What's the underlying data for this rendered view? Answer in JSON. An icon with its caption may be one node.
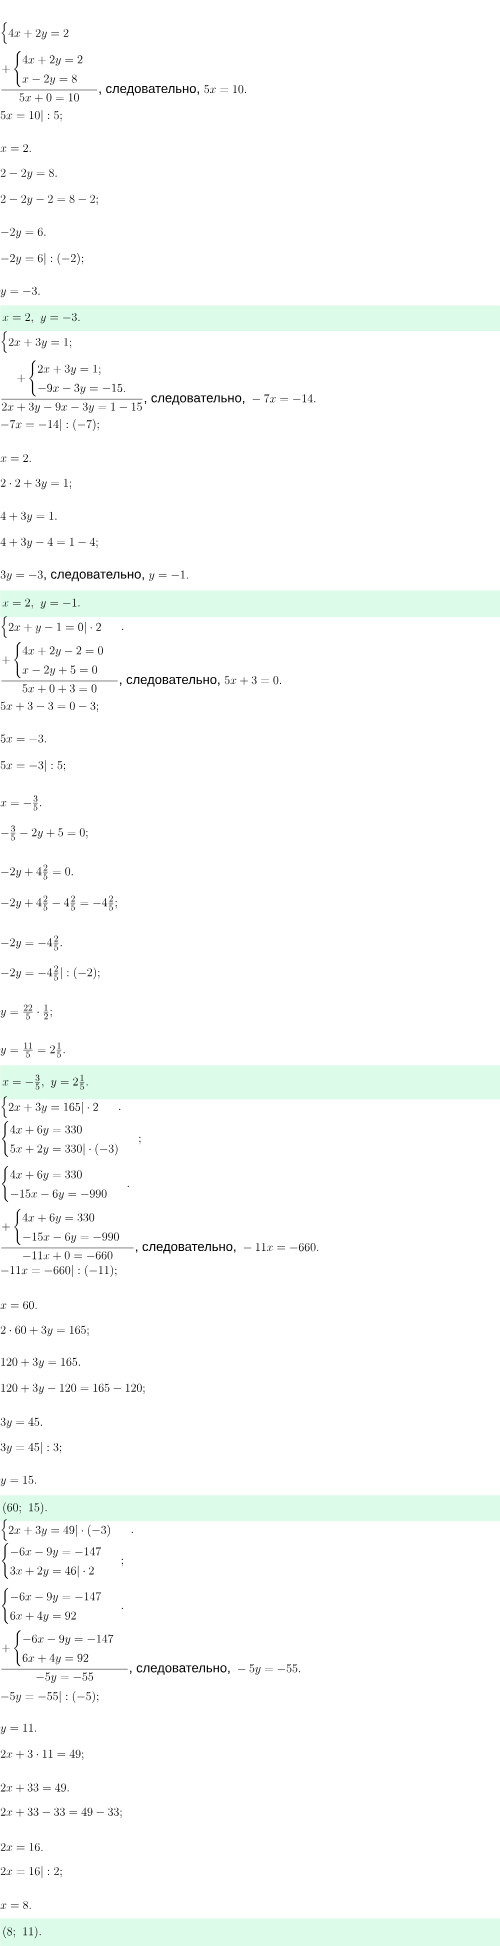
{
  "diagram": {
    "nodes": [
      {
        "text": [
          "x=2,\\ y=-3."
        ]
      },
      {
        "text": [
          "x=2,\\ y=-1."
        ]
      },
      {
        "text": [
          "x=-\\frac{3}{5},\\ y=2\\frac{1}{5}."
        ]
      },
      {
        "text": [
          "(60;\\ 15)."
        ]
      },
      {
        "text": [
          "(8;\\ 11)."
        ]
      }
    ],
    "labels": [
      "\\begin{cases}4x+2y=2\\end{cases}",
      "\\dfrac{+\\begin{cases}4x+2y=2\\\\ x-2y=8\\end{cases}}{5x+0=10}\\mbox{, следовательно, }5x=10.",
      "5x=10|:5;",
      "x=2.",
      "2-2y=8.",
      "2-2y-2=8-2;",
      "-2y=6.",
      "-2y=6|:(-2);",
      "y=-3.",
      "\\begin{cases}2x+3y=1;\\end{cases}",
      "\\dfrac{\\quad+\\begin{cases}2x+3y=1;\\\\ -9x-3y=-15.\\end{cases}}{2x+3y-9x-3y=1-15}\\mbox{, следовательно, }-7x=-14.",
      "-7x=-14|:(-7);",
      "x=2.",
      "2\\cdot2+3y=1;",
      "4+3y=1.",
      "4+3y-4=1-4;",
      "3y=-3\\mbox{, следовательно, }y=-1.",
      "\\begin{cases}2x+y-1=0|\\cdot2\\end{cases}\\;.",
      "\\dfrac{+\\begin{cases}4x+2y-2=0\\\\ x-2y+5=0\\end{cases}}{5x+0+3=0}\\mbox{, следовательно, }5x+3=0.",
      "5x+3-3=0-3;",
      "5x=-3.",
      "5x=-3|:5;",
      "x=-\\frac{3}{5}.",
      "-\\frac{3}{5}-2y+5=0;",
      "-2y+4\\frac{2}{5}=0.",
      "-2y+4\\frac{2}{5}-4\\frac{2}{5}=-4\\frac{2}{5};",
      "-2y=-4\\frac{2}{5}.",
      "-2y=-4\\frac{2}{5}|:(-2);",
      "y=\\frac{22}{5}\\cdot\\frac{1}{2};",
      "y=\\frac{11}{5}=2\\frac{1}{5}.",
      "\\begin{cases}2x+3y=165|\\cdot2\\end{cases}\\;.",
      "\\begin{cases}4x+6y=330\\\\ 5x+2y=330|\\cdot(-3)\\end{cases}\\;;",
      "\\begin{cases}4x+6y=330\\\\ -15x-6y=-990\\end{cases}\\;.",
      "\\dfrac{+\\begin{cases}4x+6y=330\\\\ -15x-6y=-990\\end{cases}}{-11x+0=-660}\\mbox{, следовательно, }-11x=-660.",
      "-11x=-660|:(-11);",
      "x=60.",
      "2\\cdot60+3y=165;",
      "120+3y=165.",
      "120+3y-120=165-120;",
      "3y=45.",
      "3y=45|:3;",
      "y=15.",
      "\\begin{cases}2x+3y=49|\\cdot(-3)\\end{cases}\\;.",
      "\\begin{cases}-6x-9y=-147\\\\ 3x+2y=46|\\cdot2\\end{cases}\\;;",
      "\\begin{cases}-6x-9y=-147\\\\ 6x+4y=92\\end{cases}\\;.",
      "\\dfrac{+\\begin{cases}-6x-9y=-147\\\\ 6x+4y=92\\end{cases}}{-5y=-55}\\mbox{, следовательно, }-5y=-55.",
      "-5y=-55|:(-5);",
      "y=11.",
      "2x+3\\cdot11=49;",
      "2x+33=49.",
      "2x+33-33=49-33;",
      "2x=16.",
      "2x=16|:2;",
      "x=8."
    ]
  }
}
